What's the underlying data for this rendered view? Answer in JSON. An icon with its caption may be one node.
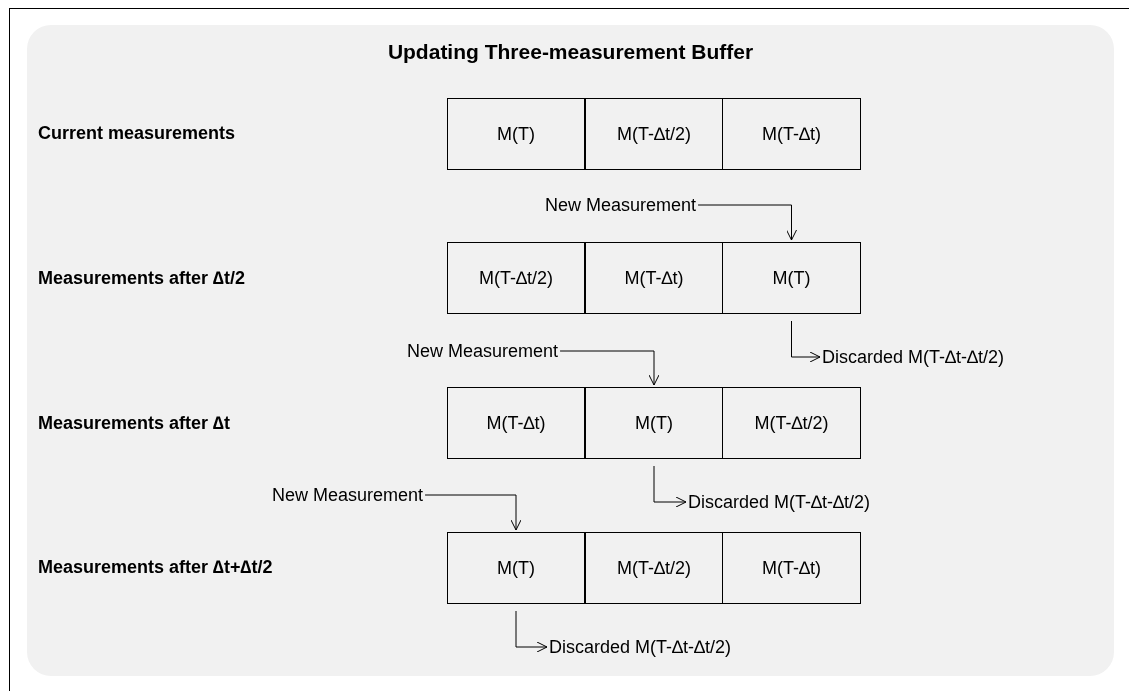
{
  "diagram": {
    "title": "Updating Three-measurement Buffer",
    "nodes": [
      {
        "text": [
          "M(T)"
        ]
      },
      {
        "text": [
          "M(T-∆t/2)"
        ]
      },
      {
        "text": [
          "M(T-∆t)"
        ]
      },
      {
        "text": [
          "New Measurement"
        ]
      },
      {
        "text": [
          "M(T-∆t/2)"
        ]
      },
      {
        "text": [
          "M(T-∆t)"
        ]
      },
      {
        "text": [
          "M(T)"
        ]
      },
      {
        "text": [
          "Discarded M(T-∆t-∆t/2)"
        ]
      },
      {
        "text": [
          "New Measurement"
        ]
      },
      {
        "text": [
          "M(T-∆t)"
        ]
      },
      {
        "text": [
          "M(T)"
        ]
      },
      {
        "text": [
          "M(T-∆t/2)"
        ]
      },
      {
        "text": [
          "Discarded M(T-∆t-∆t/2)"
        ]
      },
      {
        "text": [
          "New Measurement"
        ]
      },
      {
        "text": [
          "M(T)"
        ]
      },
      {
        "text": [
          "M(T-∆t/2)"
        ]
      },
      {
        "text": [
          "M(T-∆t)"
        ]
      },
      {
        "text": [
          "Discarded M(T-∆t-∆t/2)"
        ]
      }
    ],
    "edges": [
      {
        "from": 3,
        "to": 6,
        "arrow": "to"
      },
      {
        "from": 6,
        "to": 7,
        "arrow": "to"
      },
      {
        "from": 8,
        "to": 10,
        "arrow": "to"
      },
      {
        "from": 10,
        "to": 12,
        "arrow": "to"
      },
      {
        "from": 13,
        "to": 14,
        "arrow": "to"
      },
      {
        "from": 14,
        "to": 17,
        "arrow": "to"
      }
    ],
    "labels": [
      "Current measurements",
      "Measurements after ∆t/2",
      "Measurements after ∆t",
      "Measurements after ∆t+∆t/2"
    ]
  }
}
